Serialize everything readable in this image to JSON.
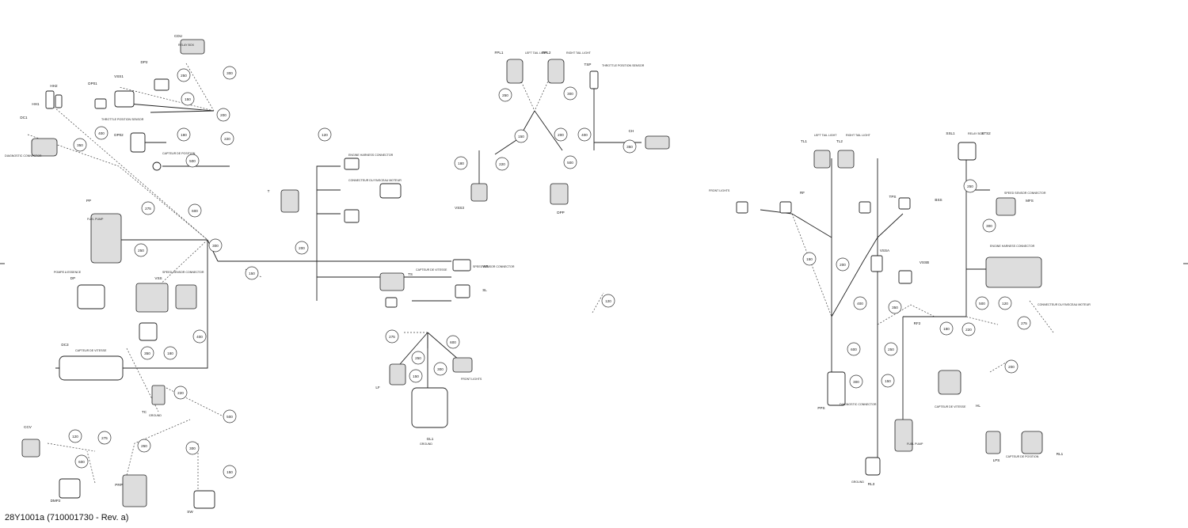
{
  "reference": "28Y1001a (710001730 - Rev. a)",
  "connectors": {
    "d1": "DC1",
    "hh1": "HH1",
    "hh2": "HH2",
    "dp01": "DP01",
    "dp02": "DP02",
    "ps1": "DP2",
    "vss1": "VSS1",
    "cdu": "CDU",
    "pp": "PP",
    "dp": "DP",
    "vs": "VSS",
    "dc3": "DC3",
    "tc": "TC",
    "cv1": "CCV",
    "dp2": "DMP2",
    "pr": "PRP",
    "fp1": "FPL1",
    "fp2": "FPL2",
    "tsp": "TSP",
    "ch": "CH",
    "v1": "VSS3",
    "v2": "DPP",
    "tl1": "TL1",
    "tl2": "TL2",
    "ssl": "SSL1",
    "st2": "STS2",
    "lf": "LF",
    "rf": "RF",
    "tps": "TPS",
    "bs": "BSS",
    "ws": "WS",
    "ts": "TS",
    "sl": "SL",
    "mfs": "MFS",
    "rf2": "RF2",
    "ps": "PPS",
    "lps": "LPS",
    "rl1": "RL1",
    "gl": "GL1",
    "rl": "RL3",
    "hl": "HL",
    "t": "T",
    "vssa": "VSSA",
    "vssb": "VSSB",
    "sw": "SW"
  },
  "labels": {
    "l1": "SPEED SENSOR CONNECTOR",
    "l2": "CAPTEUR DE VITESSE",
    "l3": "ENGINE HARNESS CONNECTOR",
    "l4": "CONNECTEUR DU FAISCEAU MOTEUR",
    "l5": "FUEL PUMP",
    "l6": "POMPE A ESSENCE",
    "l7": "THROTTLE POSITION SENSOR",
    "l8": "CAPTEUR DE POSITION",
    "l9": "LEFT TAIL LIGHT",
    "l10": "RIGHT TAIL LIGHT",
    "l11": "FRONT LIGHTS",
    "l12": "RELAY BOX",
    "l13": "DIAGNOSTIC CONNECTOR",
    "l14": "GROUND"
  },
  "segments": {
    "s1": "250",
    "s2": "300",
    "s3": "150",
    "s4": "200",
    "s5": "400",
    "s6": "350",
    "s7": "180",
    "s8": "220",
    "s9": "500",
    "s10": "120",
    "s11": "275",
    "s12": "600"
  }
}
